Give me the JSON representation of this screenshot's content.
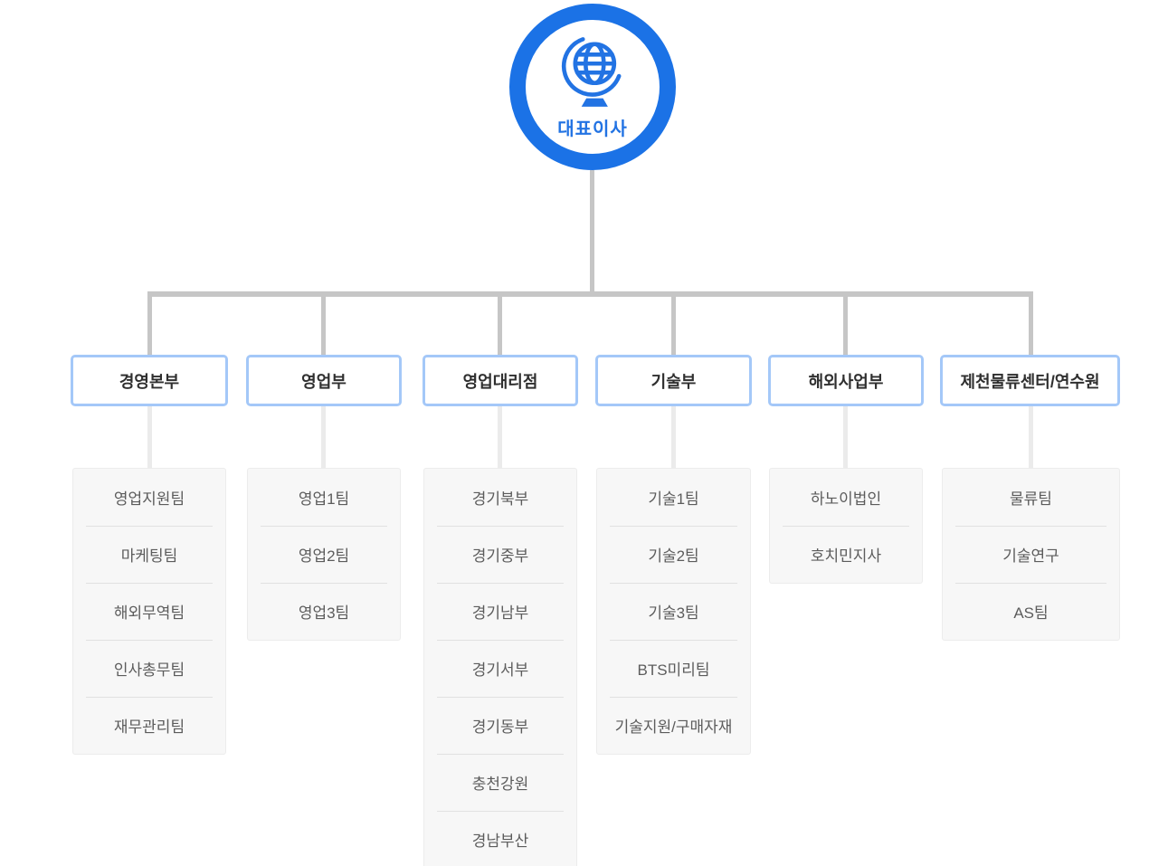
{
  "root": {
    "label": "대표이사",
    "icon": "desk-globe-icon"
  },
  "colors": {
    "ring_blue": "#1b72e6",
    "icon_blue": "#2273e3",
    "header_border_blue": "#a4c8f8",
    "connector_gray": "#c6c6c6",
    "stub_gray": "#ebebeb",
    "list_background": "#f7f7f7",
    "header_text": "#2f2f2f",
    "team_text": "#5c5c5c"
  },
  "departments": [
    {
      "name": "경영본부",
      "teams": [
        "영업지원팀",
        "마케팅팀",
        "해외무역팀",
        "인사총무팀",
        "재무관리팀"
      ]
    },
    {
      "name": "영업부",
      "teams": [
        "영업1팀",
        "영업2팀",
        "영업3팀"
      ]
    },
    {
      "name": "영업대리점",
      "teams": [
        "경기북부",
        "경기중부",
        "경기남부",
        "경기서부",
        "경기동부",
        "충천강원",
        "경남부산"
      ]
    },
    {
      "name": "기술부",
      "teams": [
        "기술1팀",
        "기술2팀",
        "기술3팀",
        "BTS미리팀",
        "기술지원/구매자재"
      ]
    },
    {
      "name": "해외사업부",
      "teams": [
        "하노이법인",
        "호치민지사"
      ]
    },
    {
      "name": "제천물류센터/연수원",
      "teams": [
        "물류팀",
        "기술연구",
        "AS팀"
      ]
    }
  ]
}
